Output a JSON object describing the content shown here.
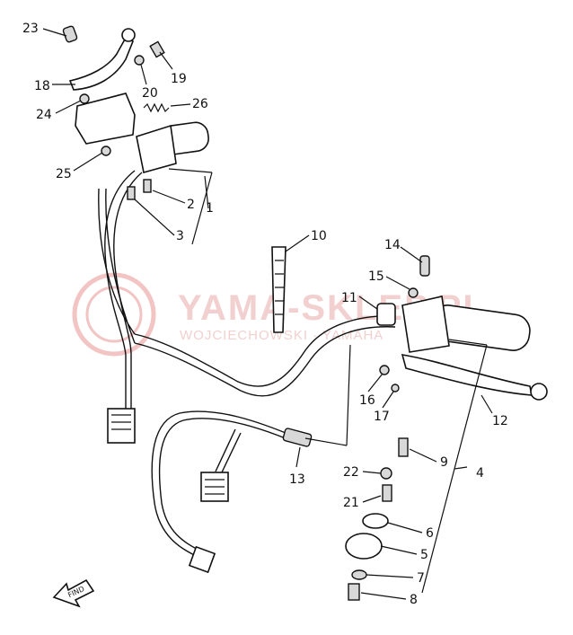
{
  "diagram": {
    "watermark": {
      "brand": "YAMA-SKLEP.PL",
      "subtitle": "WOJCIECHOWSKI · YAMAHA"
    },
    "find_arrow_label": "FIND",
    "callouts": [
      {
        "id": "23",
        "label": "23"
      },
      {
        "id": "18",
        "label": "18"
      },
      {
        "id": "24",
        "label": "24"
      },
      {
        "id": "20",
        "label": "20"
      },
      {
        "id": "19",
        "label": "19"
      },
      {
        "id": "26",
        "label": "26"
      },
      {
        "id": "25",
        "label": "25"
      },
      {
        "id": "2",
        "label": "2"
      },
      {
        "id": "1",
        "label": "1"
      },
      {
        "id": "3",
        "label": "3"
      },
      {
        "id": "10",
        "label": "10"
      },
      {
        "id": "14",
        "label": "14"
      },
      {
        "id": "15",
        "label": "15"
      },
      {
        "id": "11",
        "label": "11"
      },
      {
        "id": "16",
        "label": "16"
      },
      {
        "id": "17",
        "label": "17"
      },
      {
        "id": "12",
        "label": "12"
      },
      {
        "id": "9",
        "label": "9"
      },
      {
        "id": "4",
        "label": "4"
      },
      {
        "id": "22",
        "label": "22"
      },
      {
        "id": "21",
        "label": "21"
      },
      {
        "id": "6",
        "label": "6"
      },
      {
        "id": "5",
        "label": "5"
      },
      {
        "id": "7",
        "label": "7"
      },
      {
        "id": "8",
        "label": "8"
      },
      {
        "id": "13",
        "label": "13"
      }
    ]
  }
}
